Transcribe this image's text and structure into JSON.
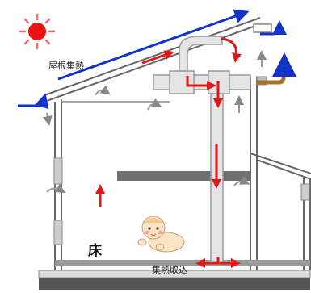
{
  "labels": {
    "roof_heat": "屋根集熱",
    "floor": "床",
    "heat_intake": "集熱取込"
  },
  "icons": [
    "sun-icon",
    "baby-icon"
  ],
  "colors": {
    "sun": "#ee1111",
    "sun_rays": "#f26b6b",
    "blue_arrow": "#1133cc",
    "red_arrow": "#e01818",
    "brown_arrow": "#a8722a",
    "structure": "#666666"
  }
}
